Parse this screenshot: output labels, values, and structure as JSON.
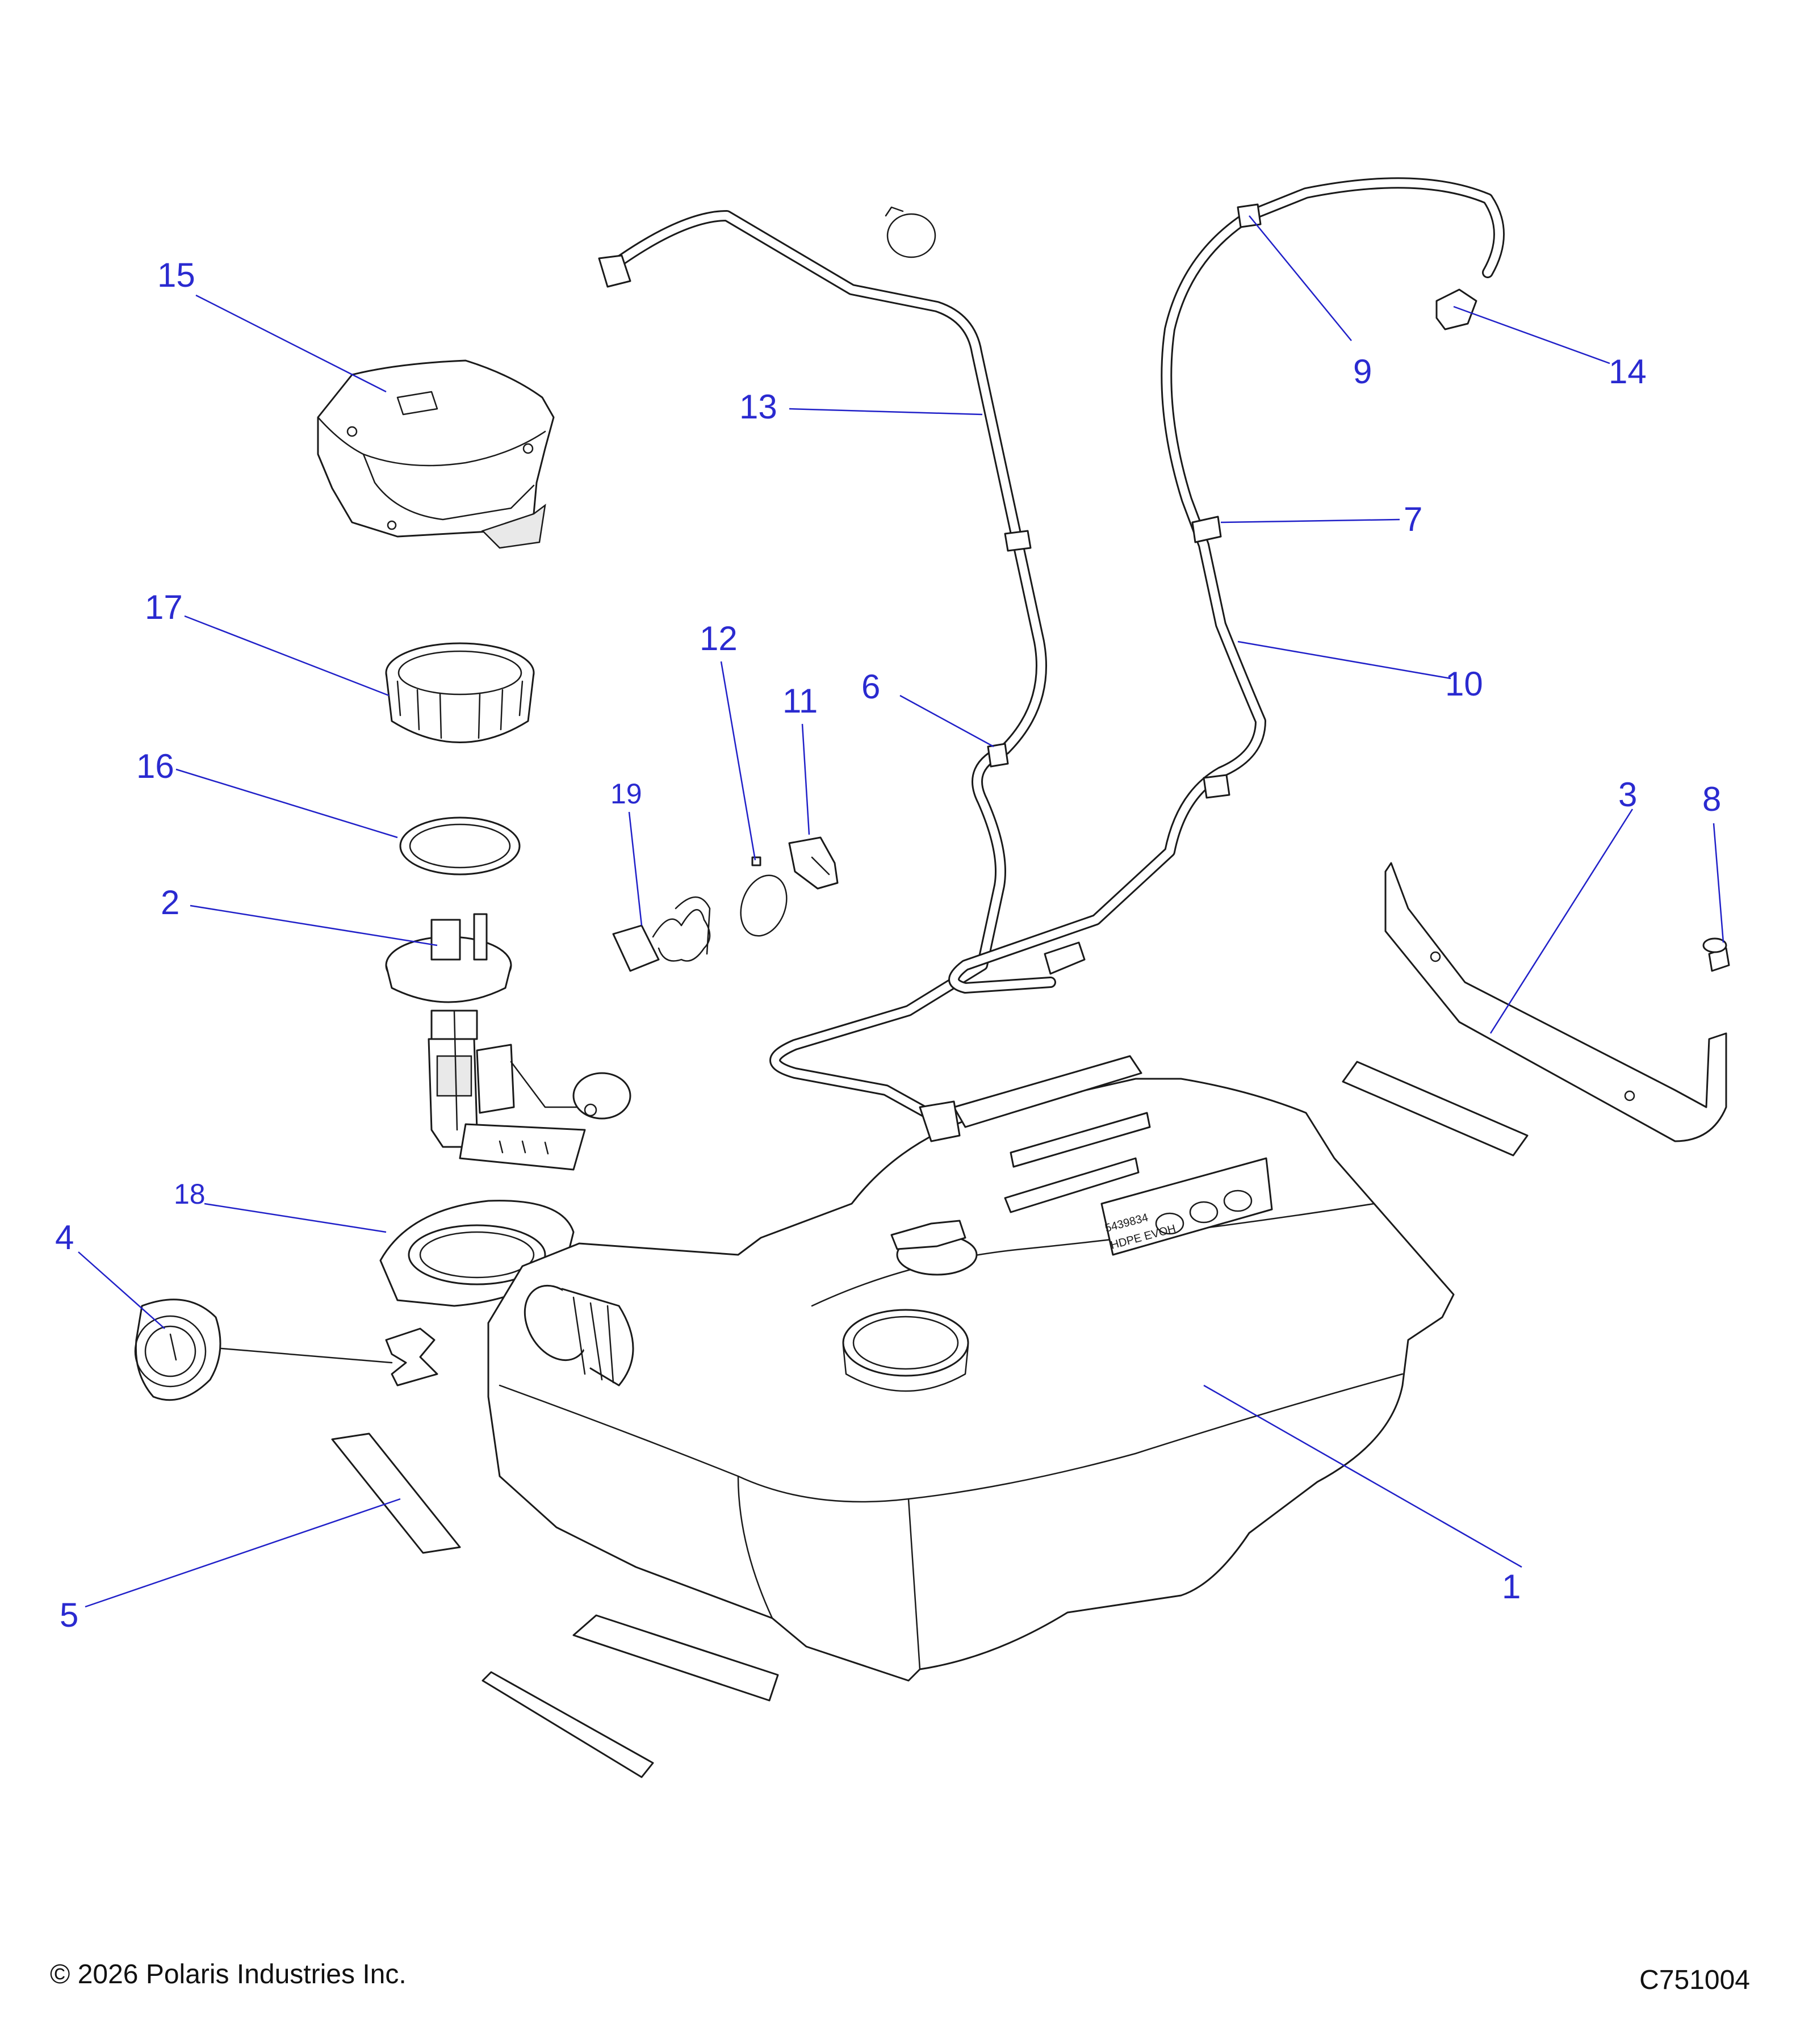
{
  "callouts": {
    "c1": "1",
    "c2": "2",
    "c3": "3",
    "c4": "4",
    "c5": "5",
    "c6": "6",
    "c7": "7",
    "c8": "8",
    "c9": "9",
    "c10": "10",
    "c11": "11",
    "c12": "12",
    "c13": "13",
    "c14": "14",
    "c15": "15",
    "c16": "16",
    "c17": "17",
    "c18": "18",
    "c19": "19"
  },
  "tank_label": {
    "line1": "5439834",
    "line2": "HDPE EVOH"
  },
  "footer": {
    "copyright": "© 2026 Polaris Industries Inc.",
    "figure_id": "C751004"
  },
  "colors": {
    "callout": "#2a2ad0",
    "outline": "#1a1a1a"
  }
}
